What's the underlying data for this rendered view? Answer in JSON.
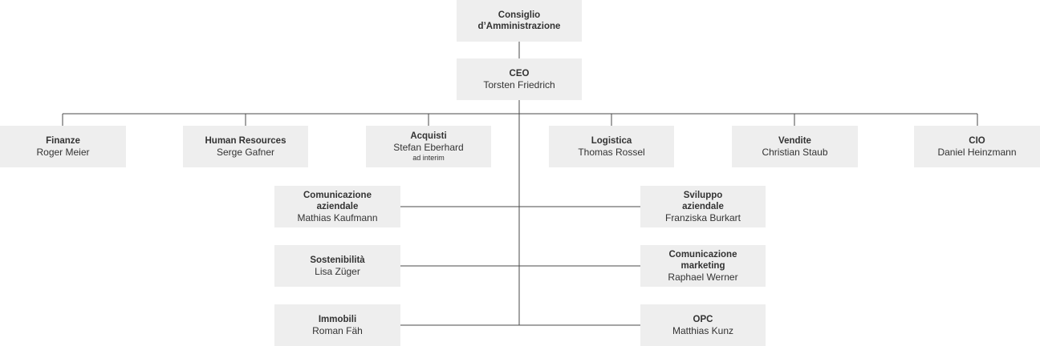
{
  "board": {
    "title_line1": "Consiglio",
    "title_line2": "d’Amministrazione"
  },
  "ceo": {
    "title": "CEO",
    "name": "Torsten Friedrich"
  },
  "departments": [
    {
      "title": "Finanze",
      "name": "Roger Meier"
    },
    {
      "title": "Human Resources",
      "name": "Serge Gafner"
    },
    {
      "title": "Acquisti",
      "name": "Stefan Eberhard",
      "note": "ad interim"
    },
    {
      "title": "Logistica",
      "name": "Thomas Rossel"
    },
    {
      "title": "Vendite",
      "name": "Christian Staub"
    },
    {
      "title": "CIO",
      "name": "Daniel Heinzmann"
    }
  ],
  "staff_left": [
    {
      "title_line1": "Comunicazione",
      "title_line2": "aziendale",
      "name": "Mathias Kaufmann"
    },
    {
      "title_line1": "Sostenibilità",
      "name": "Lisa Züger"
    },
    {
      "title_line1": "Immobili",
      "name": "Roman Fäh"
    }
  ],
  "staff_right": [
    {
      "title_line1": "Sviluppo",
      "title_line2": "aziendale",
      "name": "Franziska Burkart"
    },
    {
      "title_line1": "Comunicazione",
      "title_line2": "marketing",
      "name": "Raphael Werner"
    },
    {
      "title_line1": "OPC",
      "name": "Matthias Kunz"
    }
  ]
}
